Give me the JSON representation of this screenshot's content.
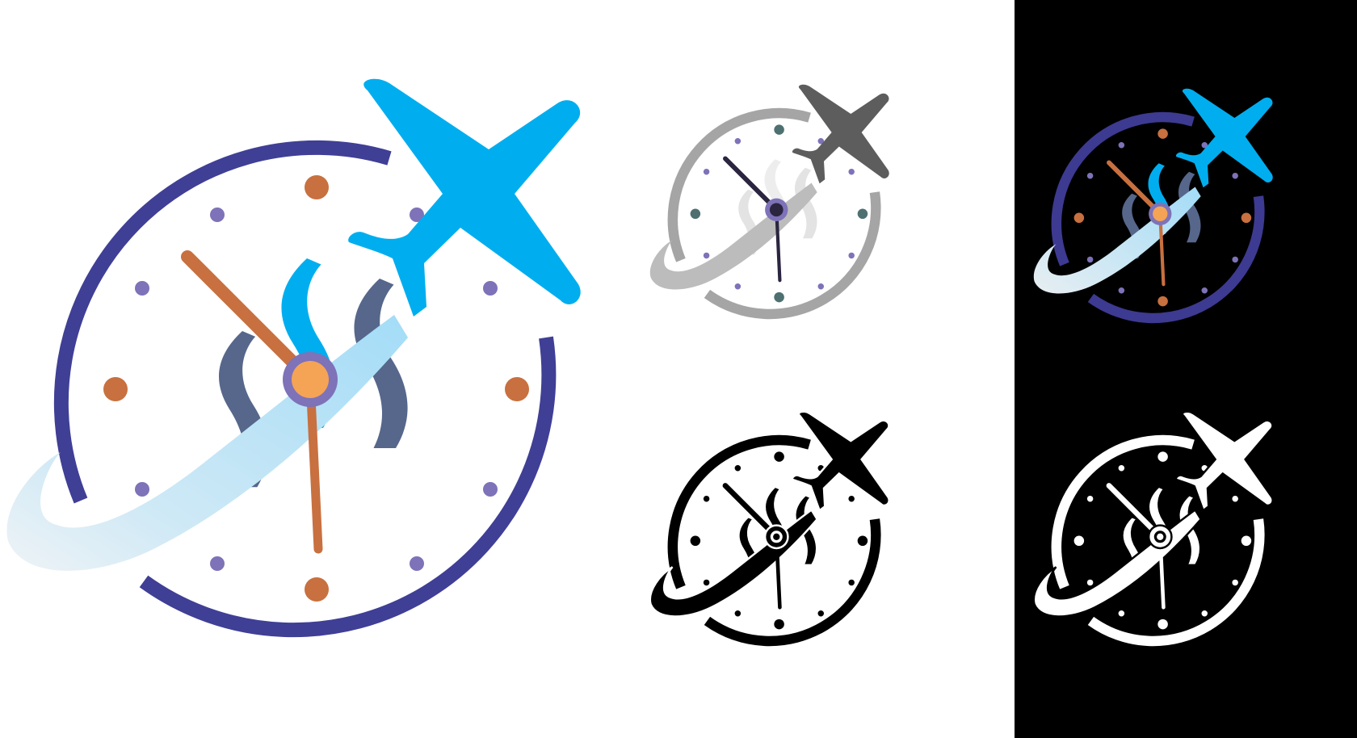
{
  "artwork": {
    "subject": "clock-airplane-steem-logo",
    "icons": [
      "clock-icon",
      "airplane-icon",
      "steem-logo-icon",
      "contrail-swoosh"
    ],
    "variants": [
      {
        "name": "full-color",
        "background": "#ffffff",
        "colors": {
          "ring": "#3f3f96",
          "plane": "#00aeef",
          "trail_start": "#a3dcf7",
          "trail_end": "#eef3f6",
          "steem_front": "#00aeef",
          "steem_back": "#56678b",
          "hour_hand": "#c8703f",
          "minute_hand": "#c8703f",
          "hub_outer": "#7e72b8",
          "hub_inner": "#f5a455",
          "hour_dots": "#c8703f",
          "minor_dots": "#7e72b8"
        }
      },
      {
        "name": "grayscale",
        "background": "#ffffff",
        "colors": {
          "ring": "#a5a5a5",
          "plane": "#5d5d5d",
          "trail_start": "#c7c7c7",
          "trail_end": "#bcbcbc",
          "steem_front": "#e6e6e6",
          "steem_back": "#d8d8d8",
          "hour_hand": "#2b2540",
          "minute_hand": "#2b2540",
          "hub_outer": "#7e72b8",
          "hub_inner": "#2b2540",
          "hour_dots": "#4e7070",
          "minor_dots": "#7e72b8"
        }
      },
      {
        "name": "color-on-black",
        "background": "#000000",
        "colors": {
          "ring": "#3d3a91",
          "plane": "#00aeef",
          "trail_start": "#a3dcf7",
          "trail_end": "#e7eef2",
          "steem_front": "#00aeef",
          "steem_back": "#56678b",
          "hour_hand": "#c8703f",
          "minute_hand": "#c8703f",
          "hub_outer": "#7e72b8",
          "hub_inner": "#f5a455",
          "hour_dots": "#c8703f",
          "minor_dots": "#7e72b8"
        }
      },
      {
        "name": "black-outline",
        "background": "#ffffff",
        "colors": {
          "ink": "#000000",
          "paper": "#ffffff"
        }
      },
      {
        "name": "white-outline",
        "background": "#000000",
        "colors": {
          "ink": "#ffffff",
          "paper": "#000000"
        }
      }
    ]
  }
}
